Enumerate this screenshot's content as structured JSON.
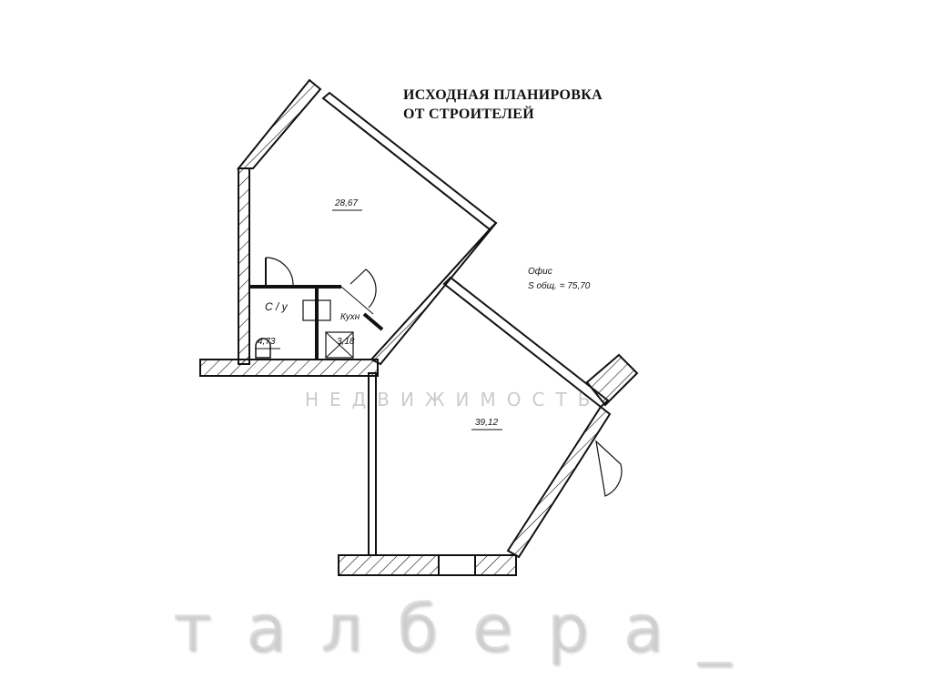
{
  "title": {
    "line1": "ИСХОДНАЯ  ПЛАНИРОВКА",
    "line2": "ОТ СТРОИТЕЛЕЙ"
  },
  "rooms": [
    {
      "name": "room-main-upper",
      "area": "28,67"
    },
    {
      "name": "room-main-lower",
      "area": "39,12"
    },
    {
      "name": "bathroom",
      "label": "С / у",
      "area": "4,73"
    },
    {
      "name": "kitchen",
      "label": "Кухн",
      "area": "3,18"
    }
  ],
  "summary": {
    "type": "Офис",
    "total_area": "S общ. = 75,70"
  },
  "watermark": {
    "brand": "талбера_",
    "subtitle": "НЕДВИЖИМОСТЬ"
  }
}
